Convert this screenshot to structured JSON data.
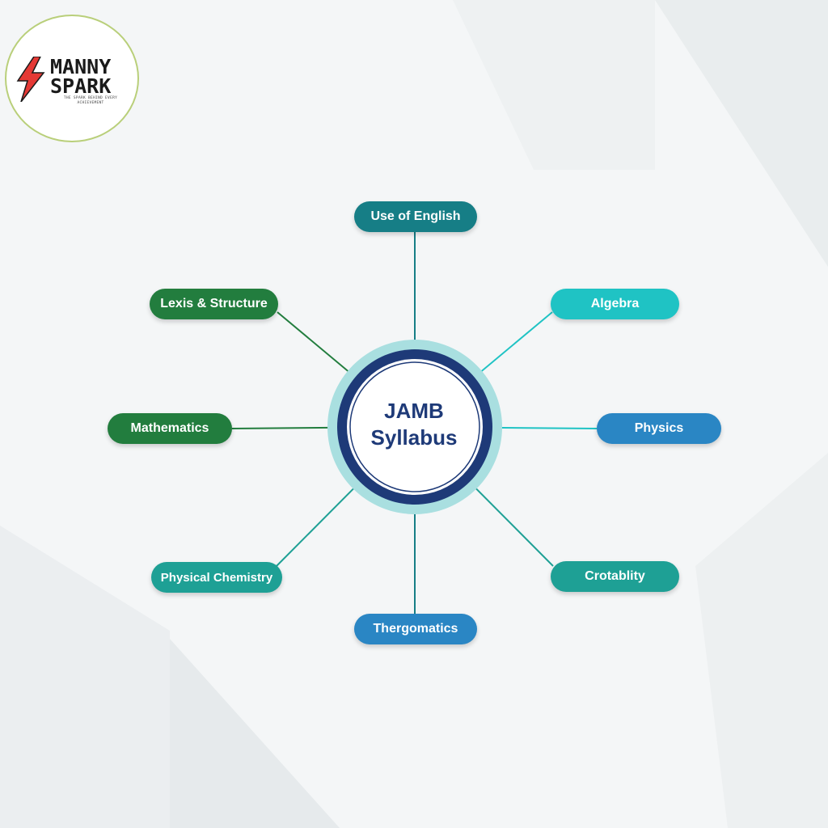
{
  "logo": {
    "line1": "MANNY",
    "line2": "SPARK",
    "tagline": "THE SPARK BEHIND EVERY ACHIEVEMENT",
    "bolt_color": "#e53935"
  },
  "center": {
    "line1": "JAMB",
    "line2": "Syllabus"
  },
  "nodes": {
    "use_of_english": "Use of English",
    "lexis_structure": "Lexis & Structure",
    "algebra": "Algebra",
    "mathematics": "Mathematics",
    "physics": "Physics",
    "physical_chemistry": "Physical Chemistry",
    "crobablity": "Crotablity",
    "thergomatics": "Thergomatics"
  },
  "colors": {
    "center_ring": "#1e3a78",
    "center_halo": "#a9dfe0",
    "green": "#227d3e",
    "teal": "#167e86",
    "cyan": "#1fc3c4",
    "blue": "#2a86c4",
    "sea": "#1ea095"
  }
}
